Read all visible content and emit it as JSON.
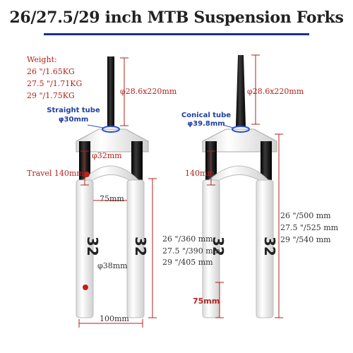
{
  "title": "26/27.5/29 inch MTB Suspension Forks",
  "colors": {
    "title_rule": "#1f2f8a",
    "dimension_red": "#b3231f",
    "callout_blue": "#1f3ea0",
    "fork_white": "#f4f4f4",
    "stanchion_black": "#1a1a1a"
  },
  "weight": {
    "heading": "Weight:",
    "lines": [
      "26 \"/1.65KG",
      "27.5 \"/1.71KG",
      "29 \"/1.75KG"
    ]
  },
  "left_fork": {
    "steerer_dim": "φ28.6x220mm",
    "tube_label": "Straight tube",
    "tube_diameter": "φ30mm",
    "stanchion_dim": "φ32mm",
    "travel": "Travel 140mm",
    "crown_gap": "75mm",
    "lengths": [
      "26 \"/360 mm",
      "27.5 \"/390 mm",
      "29 \"/405 mm"
    ],
    "lower_dim": "φ38mm",
    "axle_width": "100mm"
  },
  "right_fork": {
    "steerer_dim": "φ28.6x220mm",
    "tube_label": "Conical tube",
    "tube_diameter": "φ39.8mm",
    "travel": "140mm",
    "lengths": [
      "26 \"/500 mm",
      "27.5 \"/525 mm",
      "29 \"/540 mm"
    ],
    "bottom_dim": "75mm"
  }
}
